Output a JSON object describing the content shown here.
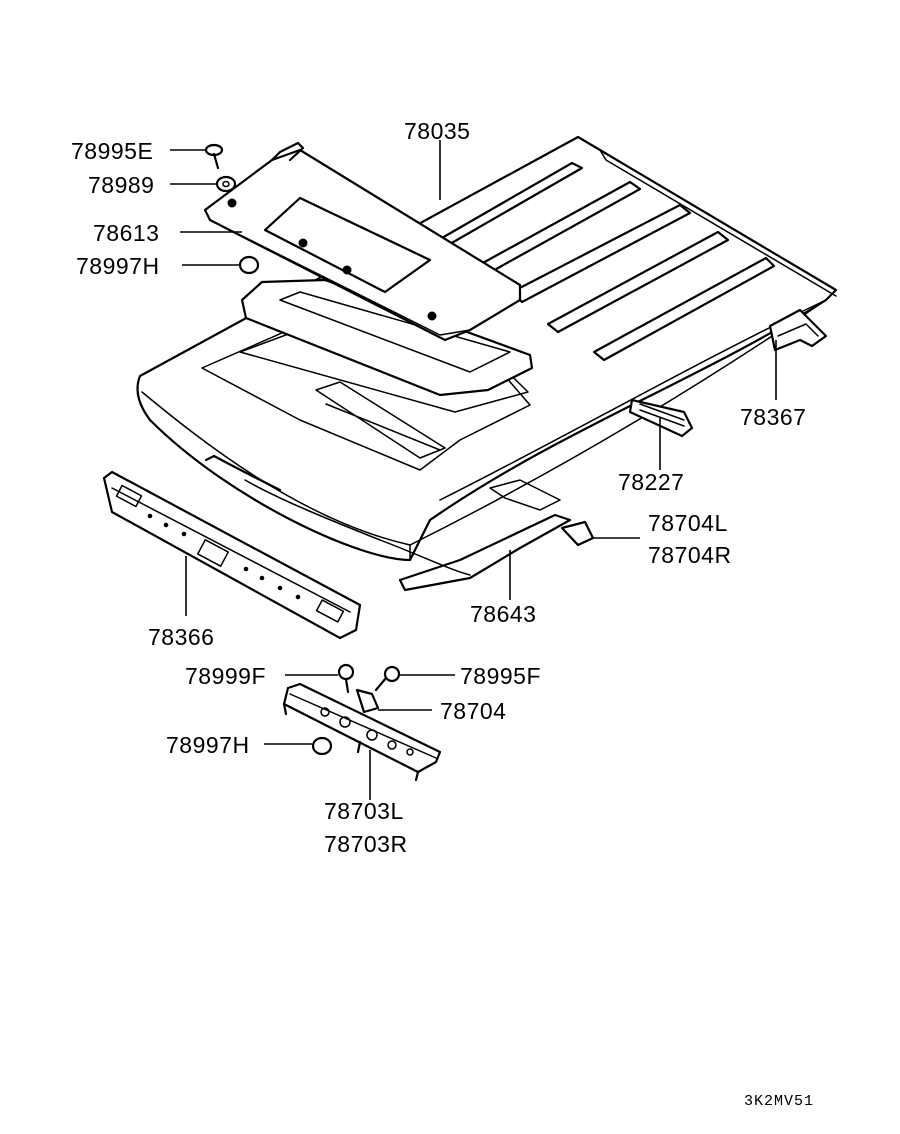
{
  "parts": {
    "roof_panel": "78035",
    "screw_e": "78995E",
    "washer": "78989",
    "sunroof_lid": "78613",
    "clip_h_top": "78997H",
    "rail_rear": "78367",
    "rail_side": "78227",
    "bracket_l": "78704L",
    "bracket_r": "78704R",
    "front_header": "78366",
    "rear_bow": "78643",
    "clip_f": "78999F",
    "screw_f": "78995F",
    "bracket_mid": "78704",
    "clip_h_bottom": "78997H",
    "bow_l": "78703L",
    "bow_r": "78703R"
  },
  "drawing_code": "3K2MV51"
}
